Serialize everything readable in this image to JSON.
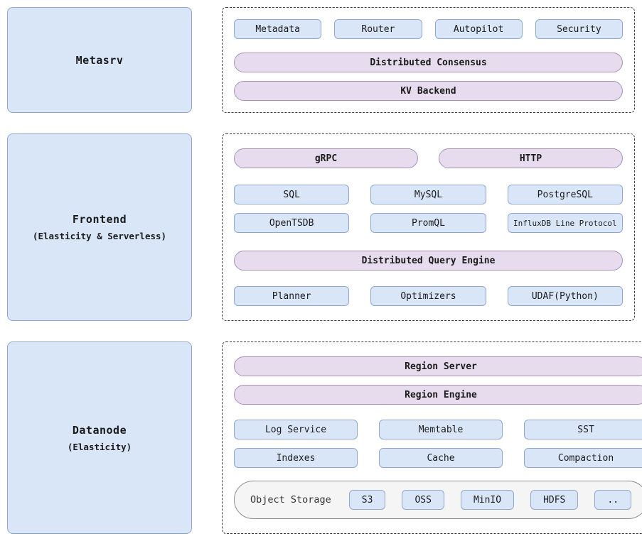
{
  "colors": {
    "blue_fill": "#d9e6f8",
    "blue_border": "#90a8cf",
    "purple_fill": "#e7dcee",
    "purple_border": "#a78fb8",
    "storage_fill": "#f5f5f5",
    "dashed_border": "#3a3a3a"
  },
  "diagram": {
    "metasrv": {
      "title": "Metasrv",
      "services": [
        "Metadata",
        "Router",
        "Autopilot",
        "Security"
      ],
      "pills": [
        "Distributed Consensus",
        "KV Backend"
      ]
    },
    "frontend": {
      "title": "Frontend",
      "subtitle": "(Elasticity & Serverless)",
      "protocols": [
        "gRPC",
        "HTTP"
      ],
      "query_langs_row1": [
        "SQL",
        "MySQL",
        "PostgreSQL"
      ],
      "query_langs_row2": [
        "OpenTSDB",
        "PromQL",
        "InfluxDB Line Protocol"
      ],
      "engine_pill": "Distributed Query Engine",
      "engine_parts": [
        "Planner",
        "Optimizers",
        "UDAF(Python)"
      ]
    },
    "datanode": {
      "title": "Datanode",
      "subtitle": "(Elasticity)",
      "pills": [
        "Region Server",
        "Region Engine"
      ],
      "components_row1": [
        "Log Service",
        "Memtable",
        "SST"
      ],
      "components_row2": [
        "Indexes",
        "Cache",
        "Compaction"
      ],
      "object_storage": {
        "label": "Object Storage",
        "options": [
          "S3",
          "OSS",
          "MinIO",
          "HDFS",
          ".."
        ]
      }
    }
  }
}
